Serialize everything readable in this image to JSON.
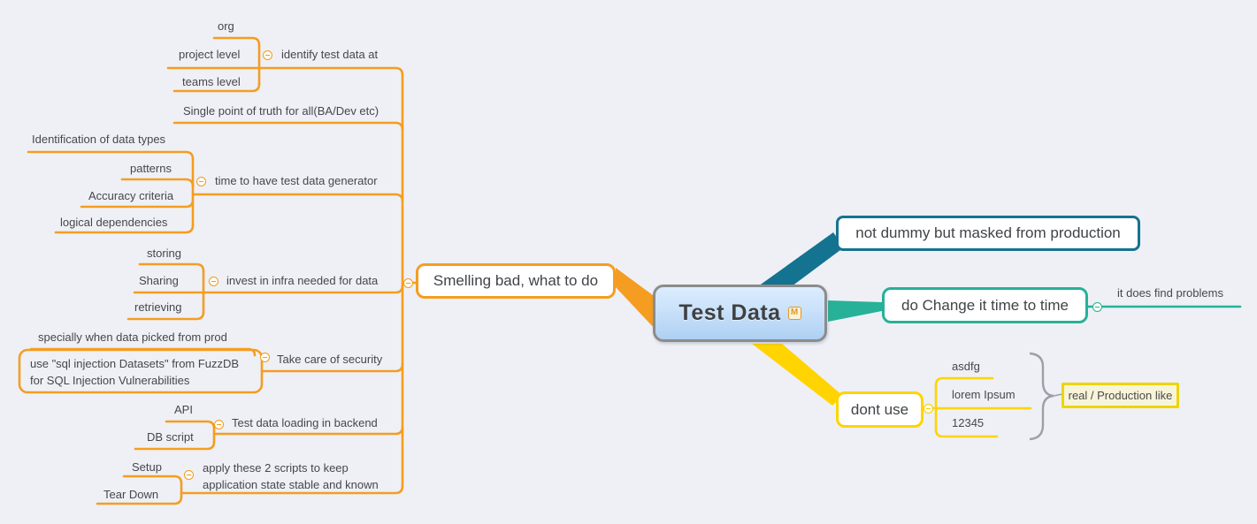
{
  "root": {
    "label": "Test Data",
    "marker_label": "M"
  },
  "left": {
    "main": "Smelling bad, what to do",
    "identify": {
      "label": "identify test data at",
      "org": "org",
      "project": "project level",
      "teams": "teams level"
    },
    "single": "Single point of truth for all(BA/Dev etc)",
    "generator": {
      "label": "time to have test data generator",
      "types": "Identification of data types",
      "patterns": "patterns",
      "accuracy": "Accuracy criteria",
      "logical": "logical dependencies"
    },
    "infra": {
      "label": "invest in infra needed for data",
      "storing": "storing",
      "sharing": "Sharing",
      "retrieving": "retrieving"
    },
    "security": {
      "label": "Take care of security",
      "prod": "specially when data picked from prod",
      "fuzzdb": "use \"sql injection Datasets\" from FuzzDB\nfor SQL Injection Vulnerabilities"
    },
    "backend": {
      "label": "Test data loading in backend",
      "api": "API",
      "db": "DB script"
    },
    "scripts": {
      "label": "apply these 2 scripts to keep\napplication state stable and known",
      "setup": "Setup",
      "teardown": "Tear Down"
    }
  },
  "right": {
    "masked": "not dummy but masked from production",
    "change": {
      "label": "do Change it time to time",
      "finds": "it does find problems"
    },
    "dontuse": {
      "label": "dont use",
      "asdfg": "asdfg",
      "lorem": "lorem Ipsum",
      "numbers": "12345",
      "summary": "real / Production like"
    }
  },
  "icons": {
    "collapse": "minus-circle-icon",
    "root_marker": "letter-m-marker-icon",
    "group_brace": "curly-brace-right"
  },
  "colors": {
    "background": "#EEF0F6",
    "branch_orange": "#F59D20",
    "branch_teal_dark": "#147390",
    "branch_teal_green": "#27B198",
    "branch_yellow": "#FFD400",
    "brace_gray": "#9BA0A8",
    "summary_border": "#EDD500",
    "summary_bg": "#F8F4D9",
    "root_border": "#8C8C8C",
    "root_fill_top": "#DCEDFE",
    "root_fill_bottom": "#AED0F3",
    "text": "#45474B"
  }
}
